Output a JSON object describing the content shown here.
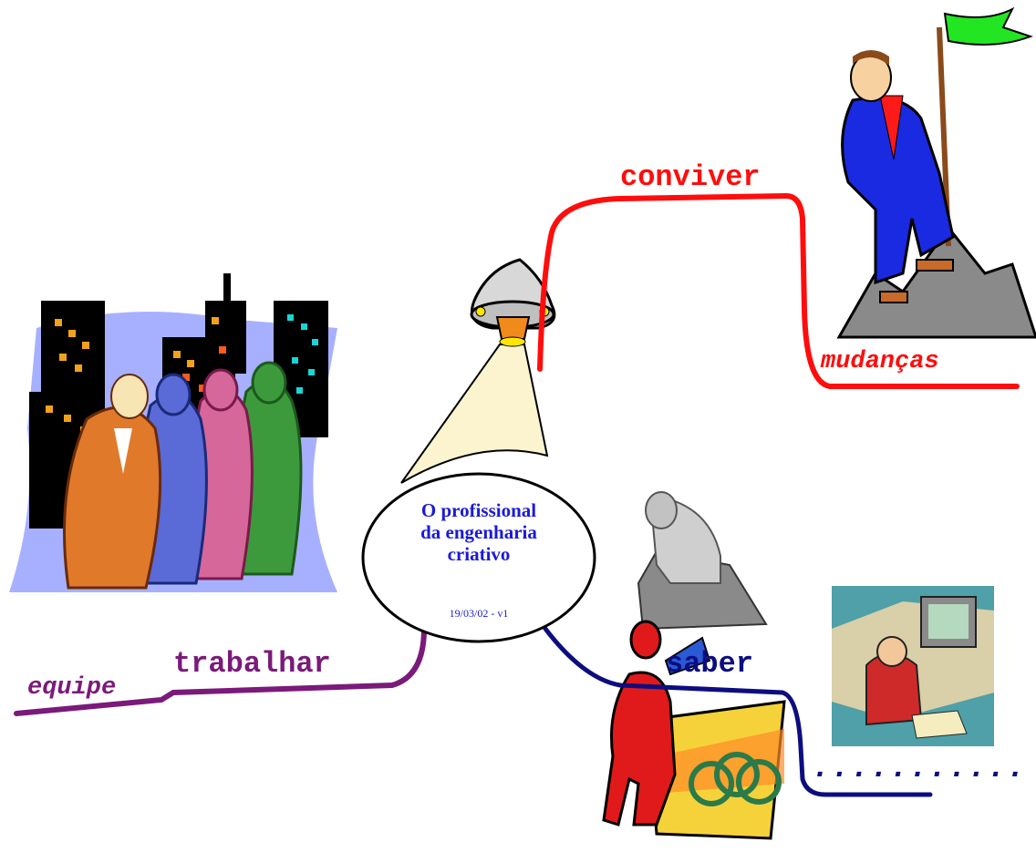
{
  "diagram": {
    "center": {
      "title_lines": [
        "O profissional",
        "da engenharia",
        "criativo"
      ],
      "version": "19/03/02 - v1"
    },
    "branches": {
      "conviver": {
        "label": "conviver",
        "sub": "mudanças",
        "color": "#ff0d0d"
      },
      "trabalhar": {
        "label": "trabalhar",
        "sub": "equipe",
        "color": "#7a1a7a"
      },
      "saber": {
        "label": "saber",
        "sub": "...........",
        "color": "#0d0d80"
      }
    }
  }
}
